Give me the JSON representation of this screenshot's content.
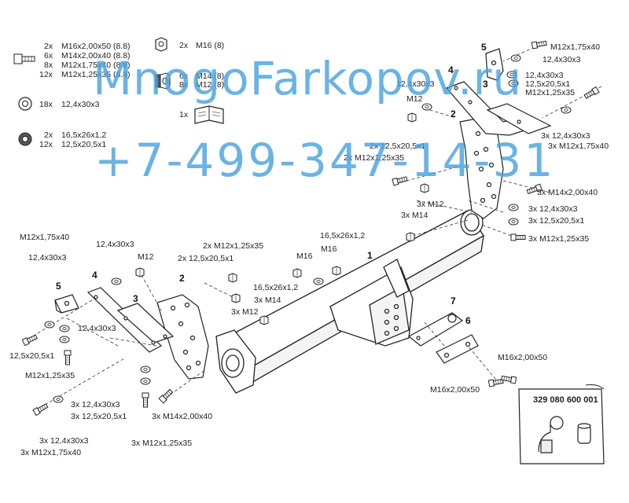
{
  "watermark": {
    "site": "MnogoFarkopov.ru",
    "phone": "+7-499-347-14-31",
    "color": "#4aa3e0"
  },
  "legend": {
    "bolt_rows": [
      {
        "qty": "2x",
        "spec": "M16x2,00x50 (8.8)"
      },
      {
        "qty": "6x",
        "spec": "M14x2,00x40 (8.8)"
      },
      {
        "qty": "8x",
        "spec": "M12x1,75x40 (8.8)"
      },
      {
        "qty": "12x",
        "spec": "M12x1,25x35 (8.8)"
      }
    ],
    "nut_rows_a": [
      {
        "qty": "2x",
        "spec": "M16 (8)"
      }
    ],
    "nut_rows_b": [
      {
        "qty": "6x",
        "spec": "M14 (8)"
      },
      {
        "qty": "8x",
        "spec": "M12 (8)"
      }
    ],
    "washer_rows": [
      {
        "qty": "18x",
        "spec": "12,4x30x3"
      }
    ],
    "manual_rows": [
      {
        "qty": "1x",
        "spec": ""
      }
    ],
    "spring_rows": [
      {
        "qty": "2x",
        "spec": "16,5x26x1,2"
      },
      {
        "qty": "12x",
        "spec": "12,5x20,5x1"
      }
    ]
  },
  "part_numbers": [
    "1",
    "2",
    "3",
    "4",
    "5",
    "6",
    "7"
  ],
  "labels": {
    "r_bolt_top": "M12x1,75x40",
    "r_washer_top": "12,4x30x3",
    "r_w1": "12,4x30x3",
    "r_w2": "12,5x20,5x1",
    "r_w3": "M12x1,25x35",
    "r_w4": "12,4x30x3",
    "r_m12": "M12",
    "r_3x_w": "3x 12,4x30x3",
    "r_3x_b": "3x M12x1,75x40",
    "r_2x_s": "2x 12,5x20,5x1",
    "r_2x_b": "2x M12x1,25x35",
    "r_3x_m14b": "3x M14x2,00x40",
    "r_3x_m12": "3x M12",
    "r_3x_w2": "3x 12,4x30x3",
    "r_3x_s2": "3x 12,5x20,5x1",
    "r_3x_b2": "3x M12x1,25x35",
    "r_3x_m14": "3x M14",
    "c_16s": "16,5x26x1,2",
    "c_m16a": "M16",
    "c_m16b": "M16",
    "c_16s2": "16,5x26x1,2",
    "c_2x_b": "2x M12x1,25x35",
    "c_2x_s": "2x 12,5x20,5x1",
    "c_3x_m14": "3x M14",
    "c_3x_m12": "3x M12",
    "l_bolt": "M12x1,75x40",
    "l_washer": "12,4x30x3",
    "l_w2": "12,4x30x3",
    "l_m12": "M12",
    "l_w3": "12,4x30x3",
    "l_s": "12,5x20,5x1",
    "l_b2": "M12x1,25x35",
    "l_3x_w": "3x 12,4x30x3",
    "l_3x_s": "3x 12,5x20,5x1",
    "l_3x_m14b": "3x M14x2,00x40",
    "l_3x_b": "3x M12x1,25x35",
    "l_3x_w2": "3x 12,4x30x3",
    "l_3x_b2": "3x M12x1,75x40",
    "ball_bolt_a": "M16x2,00x50",
    "ball_bolt_b": "M16x2,00x50",
    "product_code": "329 080 600 001"
  }
}
